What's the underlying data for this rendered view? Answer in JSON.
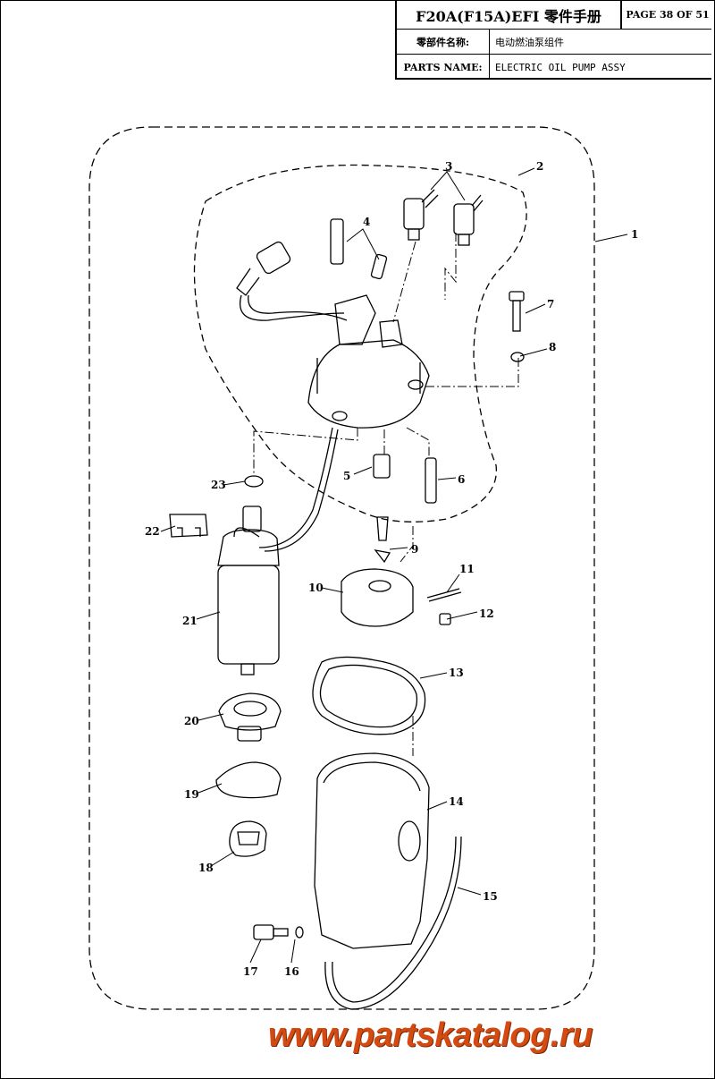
{
  "header": {
    "model_title": "F20A(F15A)EFI 零件手册",
    "page_info": "PAGE 38 OF 51",
    "cn_name_label": "零部件名称:",
    "cn_name_value": "电动燃油泵组件",
    "parts_name_label": "PARTS NAME:",
    "parts_name_value": "ELECTRIC OIL PUMP ASSY"
  },
  "callouts": [
    "1",
    "2",
    "3",
    "4",
    "5",
    "6",
    "7",
    "8",
    "9",
    "10",
    "11",
    "12",
    "13",
    "14",
    "15",
    "16",
    "17",
    "18",
    "19",
    "20",
    "21",
    "22",
    "23"
  ],
  "watermark": "www.partskatalog.ru",
  "colors": {
    "watermark": "#d44a10",
    "line": "#000000",
    "background": "#ffffff"
  }
}
